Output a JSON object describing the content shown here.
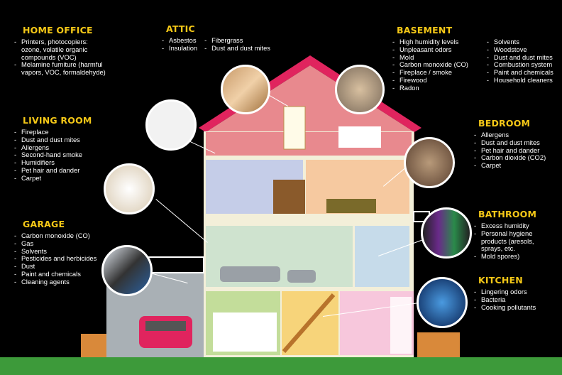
{
  "sections": {
    "home_office": {
      "title": "HOME OFFICE",
      "items": [
        "Printers, photocopiers: ozone, volatile organic compounds (VOC)",
        "Melamine furniture (harmful vapors, VOC, formaldehyde)"
      ]
    },
    "attic": {
      "title": "ATTIC",
      "col1": [
        "Asbestos",
        "Insulation"
      ],
      "col2": [
        "Fibergrass",
        "Dust and dust mites"
      ]
    },
    "basement": {
      "title": "BASEMENT",
      "col1": [
        "High humidity levels",
        "Unpleasant odors",
        "Mold",
        "Carbon monoxide (CO)",
        "Fireplace / smoke",
        "Firewood",
        "Radon"
      ],
      "col2": [
        "Solvents",
        "Woodstove",
        "Dust and dust mites",
        "Combustion system",
        "Paint and chemicals",
        "Household cleaners"
      ]
    },
    "living_room": {
      "title": "LIVING ROOM",
      "items": [
        "Fireplace",
        "Dust and dust mites",
        "Allergens",
        "Second-hand smoke",
        "Humidifiers",
        "Pet hair and dander",
        "Carpet"
      ]
    },
    "bedroom": {
      "title": "BEDROOM",
      "items": [
        "Allergens",
        "Dust and dust mites",
        "Pet hair and dander",
        "Carbon dioxide (CO2)",
        "Carpet"
      ]
    },
    "garage": {
      "title": "GARAGE",
      "items": [
        "Carbon monoxide (CO)",
        "Gas",
        "Solvents",
        "Pesticides and herbicides",
        "Dust",
        "Paint and chemicals",
        "Cleaning agents"
      ]
    },
    "bathroom": {
      "title": "BATHROOM",
      "items": [
        "Excess humidity",
        "Personal hygiene products (aresols, sprays, etc.",
        "Mold spores)"
      ]
    },
    "kitchen": {
      "title": "KITCHEN",
      "items": [
        "Lingering odors",
        "Bacteria",
        "Cooking pollutants"
      ]
    }
  },
  "colors": {
    "heading": "#f5c817",
    "roof": "#e0245e",
    "ground": "#3d9a3a"
  }
}
